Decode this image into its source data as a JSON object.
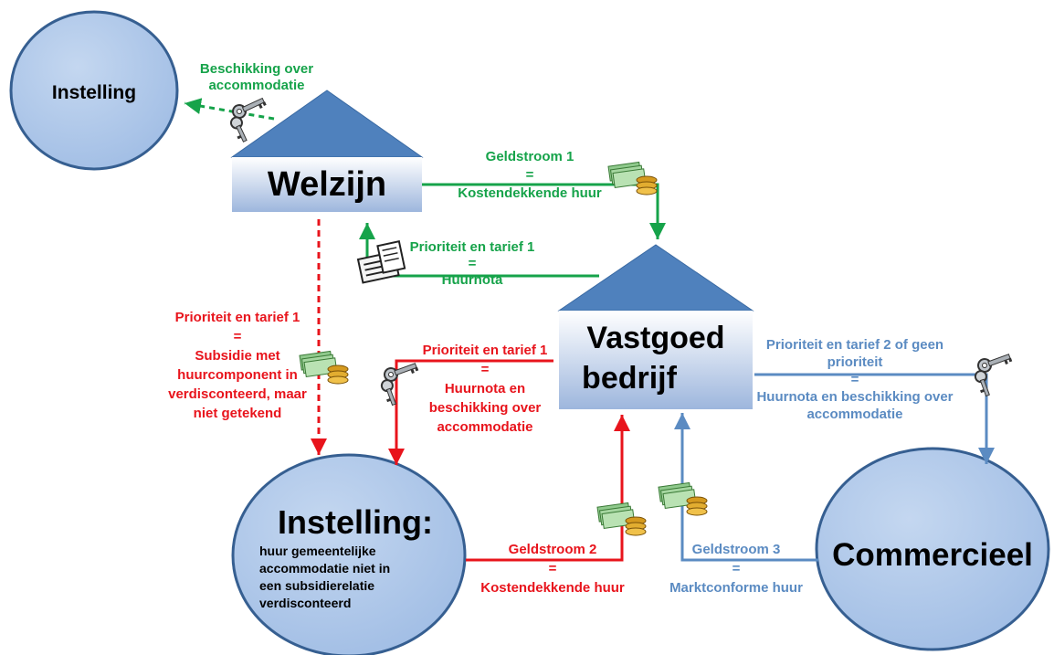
{
  "colors": {
    "green": "#16a34a",
    "red": "#e8141c",
    "blue": "#5b8bc2",
    "roof": "#4f81bd",
    "circle": "#a9c4e8",
    "circle_edge": "#365f91"
  },
  "nodes": {
    "instelling_top": "Instelling",
    "welzijn": "Welzijn",
    "vastgoed_line1": "Vastgoed",
    "vastgoed_line2": "bedrijf",
    "instelling_bottom_title": "Instelling:",
    "instelling_bottom_desc": [
      "huur gemeentelijke",
      "accommodatie niet in",
      "een subsidierelatie",
      "verdisconteerd"
    ],
    "commercieel": "Commercieel"
  },
  "flows": {
    "beschikking": [
      "Beschikking over",
      "accommodatie"
    ],
    "geldstroom1": [
      "Geldstroom 1",
      "=",
      "Kostendekkende huur"
    ],
    "huurnota": [
      "Prioriteit en tarief 1",
      "=",
      "Huurnota"
    ],
    "subsidie": [
      "Prioriteit en tarief 1",
      "=",
      "Subsidie met",
      "huurcomponent in",
      "verdisconteerd, maar",
      "niet getekend"
    ],
    "huurnota_beschikking": [
      "Prioriteit en tarief 1",
      "=",
      "Huurnota en",
      "beschikking over",
      "accommodatie"
    ],
    "tarief2": [
      "Prioriteit en tarief 2 of geen",
      "prioriteit",
      "=",
      "Huurnota en beschikking over",
      "accommodatie"
    ],
    "geldstroom2": [
      "Geldstroom 2",
      "=",
      "Kostendekkende huur"
    ],
    "geldstroom3": [
      "Geldstroom 3",
      "=",
      "Marktconforme huur"
    ]
  },
  "icons": [
    "keys-icon",
    "money-icon",
    "invoice-icon"
  ]
}
